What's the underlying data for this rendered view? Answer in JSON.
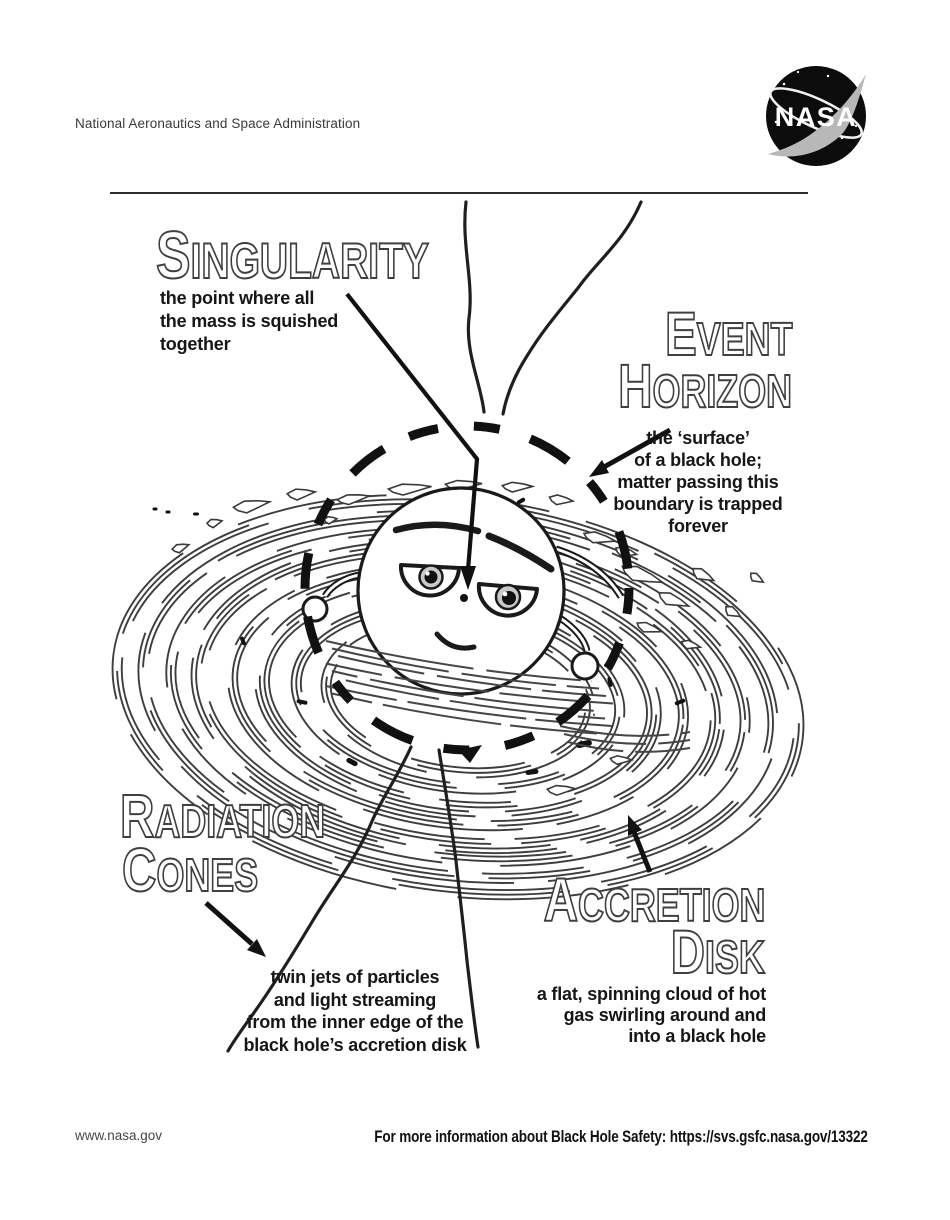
{
  "header": {
    "agency": "National Aeronautics and Space Administration",
    "logo_text": "NASA"
  },
  "labels": {
    "singularity": {
      "title_lines": [
        "SINGULARITY"
      ],
      "desc_lines": [
        "the point where all",
        "the mass is squished",
        "together"
      ]
    },
    "event_horizon": {
      "title_lines": [
        "EVENT",
        "HORIZON"
      ],
      "desc_lines": [
        "the ‘surface’",
        "of a black hole;",
        "matter passing this",
        "boundary is trapped",
        "forever"
      ]
    },
    "radiation_cones": {
      "title_lines": [
        "RADIATION",
        "CONES"
      ],
      "desc_lines": [
        "twin jets of particles",
        "and light streaming",
        "from the inner edge of the",
        "black hole’s accretion disk"
      ]
    },
    "accretion_disk": {
      "title_lines": [
        "ACCRETION",
        "DISK"
      ],
      "desc_lines": [
        "a flat, spinning cloud of hot",
        "gas swirling around and",
        "into a black hole"
      ]
    }
  },
  "footer": {
    "site": "www.nasa.gov",
    "info": "For more information about Black Hole Safety: https://svs.gsfc.nasa.gov/13322"
  },
  "colors": {
    "ink": "#1a1a1a",
    "title_outline": "#3f3f3f",
    "disk_gray": "#3d3d3d",
    "paper": "#ffffff"
  }
}
